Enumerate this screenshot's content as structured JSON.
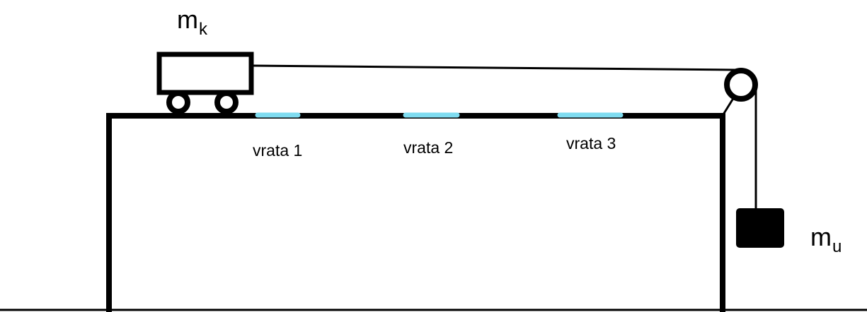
{
  "cart_mass": {
    "symbol": "m",
    "subscript": "k"
  },
  "hanging_mass": {
    "symbol": "m",
    "subscript": "u"
  },
  "gates": [
    {
      "label": "vrata 1"
    },
    {
      "label": "vrata 2"
    },
    {
      "label": "vrata 3"
    }
  ],
  "colors": {
    "stroke": "#000000",
    "gate": "#7fdcf0",
    "background": "#ffffff"
  }
}
